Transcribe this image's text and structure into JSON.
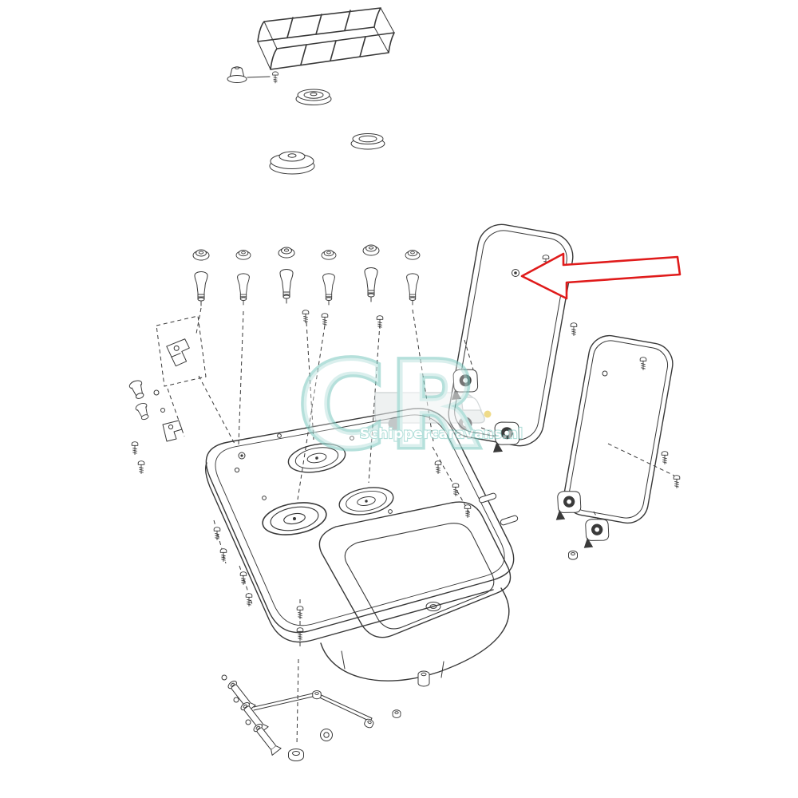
{
  "diagram_type": "exploded-parts-diagram",
  "watermark": {
    "logo_text": "CR",
    "site_text": "Schippercaravans.nl"
  },
  "annotation_arrow": {
    "direction": "left",
    "style": "outlined"
  },
  "colors": {
    "line": "#383838",
    "arrow": "#e01b1b",
    "wm_teal": "#85ccc4",
    "wm_yellow": "#e6c43d",
    "truck_gray": "#c3cccd",
    "bg": "#ffffff"
  },
  "parts": [
    "pan-support-rack",
    "burner-cap-small",
    "burner-head-small",
    "burner-head-large",
    "burner-head-medium",
    "control-knobs",
    "gas-valves",
    "mounting-screws",
    "ignition-brackets",
    "hob-sink-unit",
    "burner-rings",
    "sink-bowl",
    "glass-lid-large",
    "glass-lid-small",
    "lid-hinges",
    "spacer-plates",
    "gas-manifold",
    "burner-venturis",
    "fastener-nuts"
  ]
}
